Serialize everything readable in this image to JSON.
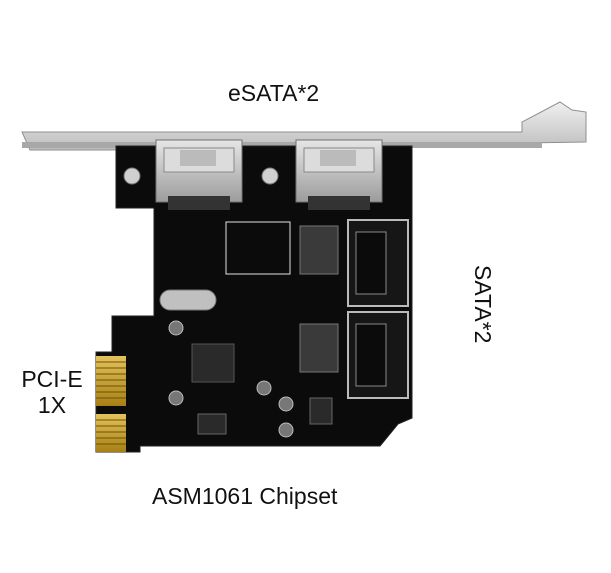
{
  "labels": {
    "esata": "eSATA*2",
    "sata": "SATA*2",
    "pcie_line1": "PCI-E",
    "pcie_line2": "1X",
    "chipset": "ASM1061 Chipset"
  },
  "colors": {
    "pcb": "#0b0b0b",
    "bracket": "#d9d9d9",
    "gold": "#c9a227",
    "port_metal": "#c8c8c8"
  }
}
